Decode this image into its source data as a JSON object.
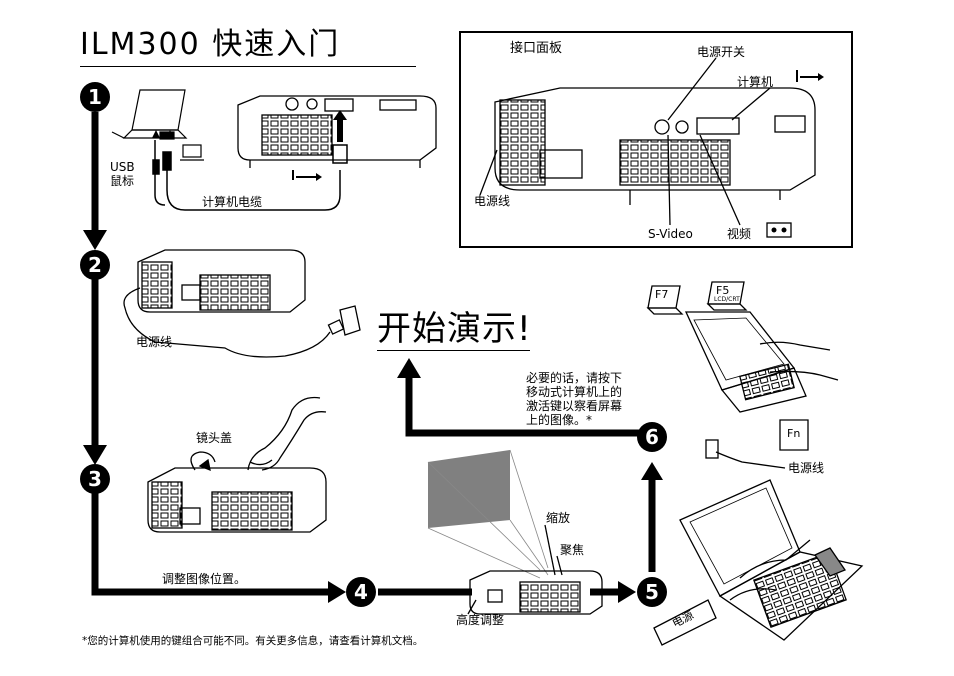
{
  "title": "ILM300 快速入门",
  "interface_panel": {
    "heading": "接口面板",
    "power_switch": "电源开关",
    "computer": "计算机",
    "power_cord": "电源线",
    "svideo": "S-Video",
    "video": "视频"
  },
  "steps": {
    "s1": "1",
    "s2": "2",
    "s3": "3",
    "s4": "4",
    "s5": "5",
    "s6": "6"
  },
  "step1": {
    "usb": "USB",
    "mouse": "鼠标",
    "cable": "计算机电缆"
  },
  "step2": {
    "power_cord": "电源线"
  },
  "step3": {
    "lens_cap": "镜头盖",
    "adjust": "调整图像位置。"
  },
  "step4": {
    "zoom": "缩放",
    "focus": "聚焦",
    "height": "高度调整"
  },
  "step5": {
    "power_cord": "电源线",
    "power_label": "电源"
  },
  "step6": {
    "line1": "必要的话，请按下",
    "line2": "移动式计算机上的",
    "line3": "激活键以察看屏幕",
    "line4": "上的图像。*"
  },
  "keys": {
    "f7": "F7",
    "f5": "F5",
    "fn": "Fn",
    "lcdcrt": "LCD/CRT"
  },
  "start": "开始演示!",
  "footnote": "*您的计算机使用的键组合可能不同。有关更多信息，请查看计算机文档。"
}
